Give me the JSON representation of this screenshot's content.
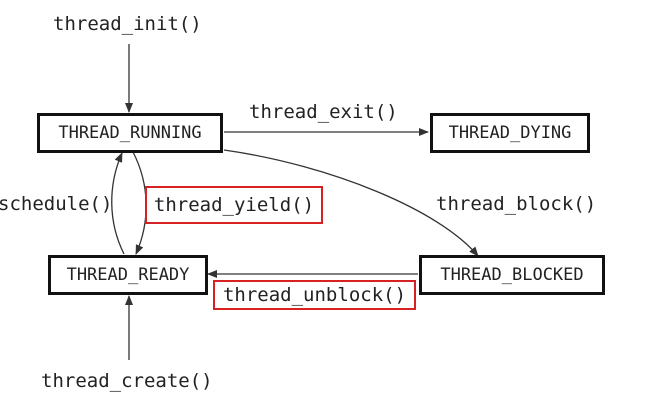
{
  "states": {
    "running": "THREAD_RUNNING",
    "dying": "THREAD_DYING",
    "ready": "THREAD_READY",
    "blocked": "THREAD_BLOCKED"
  },
  "transitions": {
    "init": "thread_init()",
    "exit": "thread_exit()",
    "schedule": "schedule()",
    "yield": "thread_yield()",
    "block": "thread_block()",
    "unblock": "thread_unblock()",
    "create": "thread_create()"
  },
  "highlighted": [
    "thread_yield()",
    "thread_unblock()"
  ],
  "colors": {
    "box_border": "#111111",
    "arrow": "#333333",
    "highlight": "#d62222"
  }
}
